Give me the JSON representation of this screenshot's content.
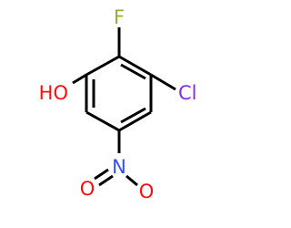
{
  "molecule": {
    "atoms": {
      "fluorine": "F",
      "hydroxyl": "HO",
      "chlorine": "Cl",
      "nitrogen": "N",
      "oxygen": "O"
    },
    "colors": {
      "bond": "#000000",
      "carbon_text": "#000000",
      "fluorine": "#90b030",
      "oxygen": "#ff0d0d",
      "chlorine": "#8a2be2",
      "nitrogen": "#3050f8"
    }
  }
}
